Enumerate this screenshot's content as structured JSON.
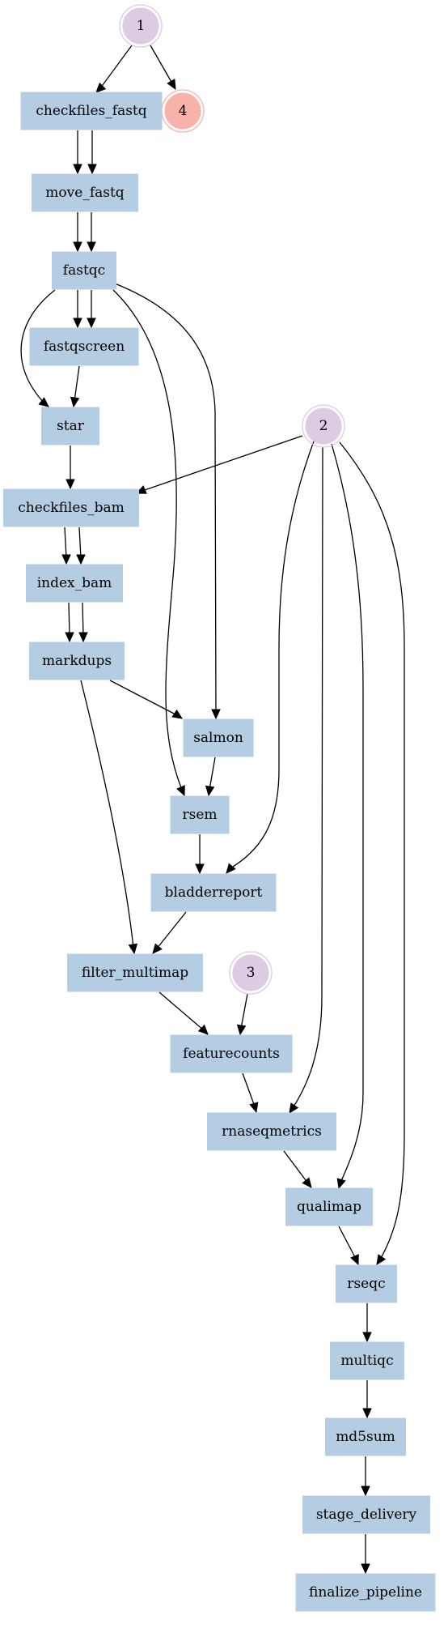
{
  "colors": {
    "rule_fill": "#b4cde2",
    "input_fill": "#dccbe3",
    "input_stroke": "#dccbe3",
    "output_fill": "#f9b2aa",
    "output_stroke": "#f9b2aa",
    "edge": "#000000"
  },
  "nodes": [
    {
      "id": "n1",
      "label": "1",
      "kind": "input"
    },
    {
      "id": "n4",
      "label": "4",
      "kind": "output"
    },
    {
      "id": "checkfiles_fastq",
      "label": "checkfiles_fastq",
      "kind": "rule"
    },
    {
      "id": "move_fastq",
      "label": "move_fastq",
      "kind": "rule"
    },
    {
      "id": "fastqc",
      "label": "fastqc",
      "kind": "rule"
    },
    {
      "id": "fastqscreen",
      "label": "fastqscreen",
      "kind": "rule"
    },
    {
      "id": "star",
      "label": "star",
      "kind": "rule"
    },
    {
      "id": "n2",
      "label": "2",
      "kind": "input"
    },
    {
      "id": "checkfiles_bam",
      "label": "checkfiles_bam",
      "kind": "rule"
    },
    {
      "id": "index_bam",
      "label": "index_bam",
      "kind": "rule"
    },
    {
      "id": "markdups",
      "label": "markdups",
      "kind": "rule"
    },
    {
      "id": "salmon",
      "label": "salmon",
      "kind": "rule"
    },
    {
      "id": "rsem",
      "label": "rsem",
      "kind": "rule"
    },
    {
      "id": "bladderreport",
      "label": "bladderreport",
      "kind": "rule"
    },
    {
      "id": "filter_multimap",
      "label": "filter_multimap",
      "kind": "rule"
    },
    {
      "id": "n3",
      "label": "3",
      "kind": "input"
    },
    {
      "id": "featurecounts",
      "label": "featurecounts",
      "kind": "rule"
    },
    {
      "id": "rnaseqmetrics",
      "label": "rnaseqmetrics",
      "kind": "rule"
    },
    {
      "id": "qualimap",
      "label": "qualimap",
      "kind": "rule"
    },
    {
      "id": "rseqc",
      "label": "rseqc",
      "kind": "rule"
    },
    {
      "id": "multiqc",
      "label": "multiqc",
      "kind": "rule"
    },
    {
      "id": "md5sum",
      "label": "md5sum",
      "kind": "rule"
    },
    {
      "id": "stage_delivery",
      "label": "stage_delivery",
      "kind": "rule"
    },
    {
      "id": "finalize_pipeline",
      "label": "finalize_pipeline",
      "kind": "rule"
    }
  ],
  "edges": [
    {
      "from": "n1",
      "to": "checkfiles_fastq"
    },
    {
      "from": "n1",
      "to": "n4"
    },
    {
      "from": "checkfiles_fastq",
      "to": "move_fastq"
    },
    {
      "from": "checkfiles_fastq",
      "to": "move_fastq"
    },
    {
      "from": "move_fastq",
      "to": "fastqc"
    },
    {
      "from": "move_fastq",
      "to": "fastqc"
    },
    {
      "from": "fastqc",
      "to": "fastqscreen"
    },
    {
      "from": "fastqc",
      "to": "fastqscreen"
    },
    {
      "from": "fastqc",
      "to": "star"
    },
    {
      "from": "fastqscreen",
      "to": "star"
    },
    {
      "from": "fastqc",
      "to": "salmon"
    },
    {
      "from": "fastqc",
      "to": "rsem"
    },
    {
      "from": "star",
      "to": "checkfiles_bam"
    },
    {
      "from": "n2",
      "to": "checkfiles_bam"
    },
    {
      "from": "checkfiles_bam",
      "to": "index_bam"
    },
    {
      "from": "checkfiles_bam",
      "to": "index_bam"
    },
    {
      "from": "index_bam",
      "to": "markdups"
    },
    {
      "from": "index_bam",
      "to": "markdups"
    },
    {
      "from": "markdups",
      "to": "salmon"
    },
    {
      "from": "markdups",
      "to": "filter_multimap"
    },
    {
      "from": "salmon",
      "to": "rsem"
    },
    {
      "from": "rsem",
      "to": "bladderreport"
    },
    {
      "from": "n2",
      "to": "bladderreport"
    },
    {
      "from": "bladderreport",
      "to": "filter_multimap"
    },
    {
      "from": "filter_multimap",
      "to": "featurecounts"
    },
    {
      "from": "n3",
      "to": "featurecounts"
    },
    {
      "from": "featurecounts",
      "to": "rnaseqmetrics"
    },
    {
      "from": "n2",
      "to": "rnaseqmetrics"
    },
    {
      "from": "rnaseqmetrics",
      "to": "qualimap"
    },
    {
      "from": "n2",
      "to": "qualimap"
    },
    {
      "from": "qualimap",
      "to": "rseqc"
    },
    {
      "from": "n2",
      "to": "rseqc"
    },
    {
      "from": "rseqc",
      "to": "multiqc"
    },
    {
      "from": "multiqc",
      "to": "md5sum"
    },
    {
      "from": "md5sum",
      "to": "stage_delivery"
    },
    {
      "from": "stage_delivery",
      "to": "finalize_pipeline"
    }
  ]
}
